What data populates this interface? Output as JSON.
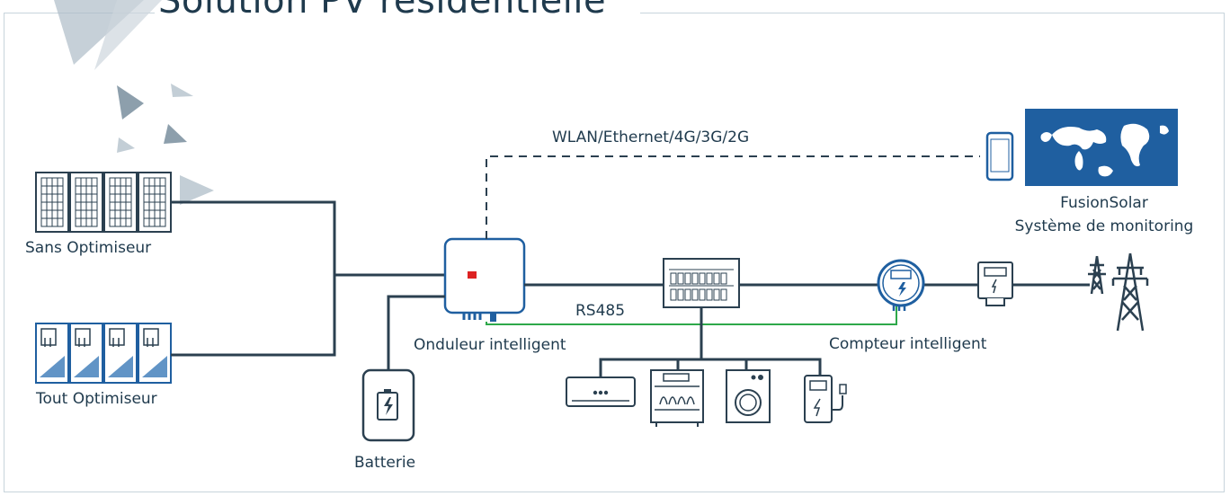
{
  "title": "Solution PV résidentielle",
  "labels": {
    "panels_without_optimizer": "Sans Optimiseur",
    "panels_with_optimizer": "Tout Optimiseur",
    "inverter": "Onduleur intelligent",
    "battery": "Batterie",
    "communication": "WLAN/Ethernet/4G/3G/2G",
    "rs485": "RS485",
    "meter": "Compteur intelligent",
    "monitoring_line1": "FusionSolar",
    "monitoring_line2": "Système de monitoring"
  },
  "colors": {
    "line": "#2b4050",
    "rs485_line": "#2ea84a",
    "accent_blue": "#1f5fa0",
    "frame": "#c8d4dc",
    "decoration": "#9fb0bd"
  },
  "icons": [
    "solar-panel-icon",
    "optimizer-panel-icon",
    "inverter-icon",
    "battery-icon",
    "distribution-board-icon",
    "air-conditioner-icon",
    "dishwasher-icon",
    "washing-machine-icon",
    "ev-charger-icon",
    "smart-meter-icon",
    "grid-meter-icon",
    "transmission-tower-icon",
    "smartphone-icon",
    "world-map-icon"
  ]
}
